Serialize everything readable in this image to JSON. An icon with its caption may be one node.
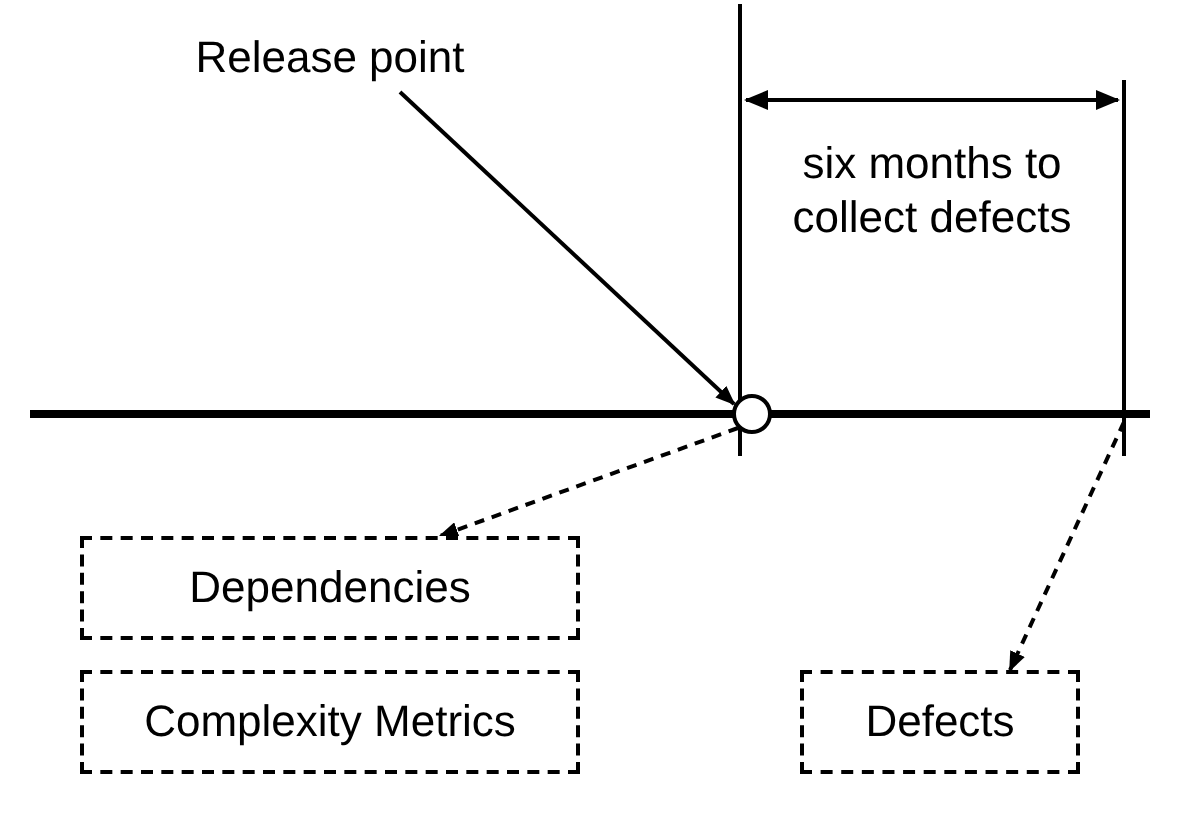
{
  "diagram": {
    "nodes": [
      {
        "text": [
          "Release point"
        ]
      },
      {
        "text": [],
        "shape": "circle"
      },
      {
        "text": [
          "Dependencies"
        ]
      },
      {
        "text": [
          "Complexity Metrics"
        ]
      },
      {
        "text": [
          "Defects"
        ]
      }
    ],
    "edges": [
      {
        "from": 0,
        "to": 1,
        "arrow": "to"
      },
      {
        "from": 1,
        "to": 2,
        "arrow": "to",
        "style": "dashed"
      },
      {
        "from": null,
        "to": 4,
        "arrow": "to",
        "style": "dashed"
      }
    ],
    "labels": [
      "six months to collect defects"
    ]
  }
}
